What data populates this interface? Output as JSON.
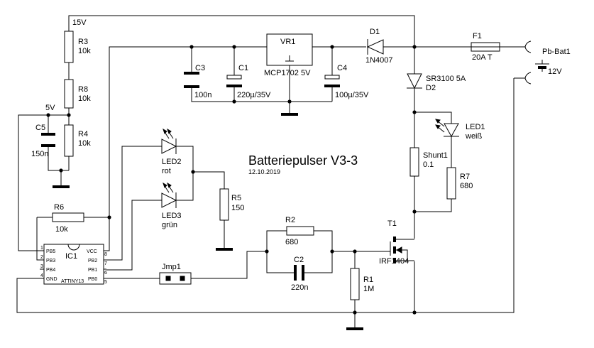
{
  "title": "Batteriepulser V3-3",
  "date": "12.10.2019",
  "net_labels": {
    "v15": "15V",
    "v5": "5V"
  },
  "battery": {
    "ref": "Pb-Bat1",
    "value": "12V"
  },
  "fuse": {
    "ref": "F1",
    "value": "20A T"
  },
  "regulator": {
    "ref": "VR1",
    "value": "MCP1702 5V"
  },
  "diodes": {
    "d1": {
      "ref": "D1",
      "value": "1N4007"
    },
    "d2": {
      "ref": "D2",
      "value": "SR3100 5A"
    }
  },
  "leds": {
    "led1": {
      "ref": "LED1",
      "value": "weiß"
    },
    "led2": {
      "ref": "LED2",
      "value": "rot"
    },
    "led3": {
      "ref": "LED3",
      "value": "grün"
    }
  },
  "resistors": {
    "r1": {
      "ref": "R1",
      "value": "1M"
    },
    "r2": {
      "ref": "R2",
      "value": "680"
    },
    "r3": {
      "ref": "R3",
      "value": "10k"
    },
    "r4": {
      "ref": "R4",
      "value": "10k"
    },
    "r5": {
      "ref": "R5",
      "value": "150"
    },
    "r6": {
      "ref": "R6",
      "value": "10k"
    },
    "r7": {
      "ref": "R7",
      "value": "680"
    },
    "r8": {
      "ref": "R8",
      "value": "10k"
    },
    "shunt": {
      "ref": "Shunt1",
      "value": "0.1"
    }
  },
  "capacitors": {
    "c1": {
      "ref": "C1",
      "value": "220µ/35V"
    },
    "c2": {
      "ref": "C2",
      "value": "220n"
    },
    "c3": {
      "ref": "C3",
      "value": "100n"
    },
    "c4": {
      "ref": "C4",
      "value": "100µ/35V"
    },
    "c5": {
      "ref": "C5",
      "value": "150n"
    }
  },
  "mosfet": {
    "ref": "T1",
    "value": "IRF1404"
  },
  "jumper": {
    "ref": "Jmp1"
  },
  "ic": {
    "ref": "IC1",
    "part": "ATTINY13",
    "pin_names": {
      "pb5": "PB5",
      "pb3": "PB3",
      "pb4": "PB4",
      "gnd": "GND",
      "vcc": "VCC",
      "pb2": "PB2",
      "pb1": "PB1",
      "pb0": "PB0"
    },
    "pin_numbers": {
      "p1": "1",
      "p2": "2",
      "p3": "3",
      "p4": "4",
      "p5": "5",
      "p6": "6",
      "p7": "7",
      "p8": "8"
    }
  }
}
